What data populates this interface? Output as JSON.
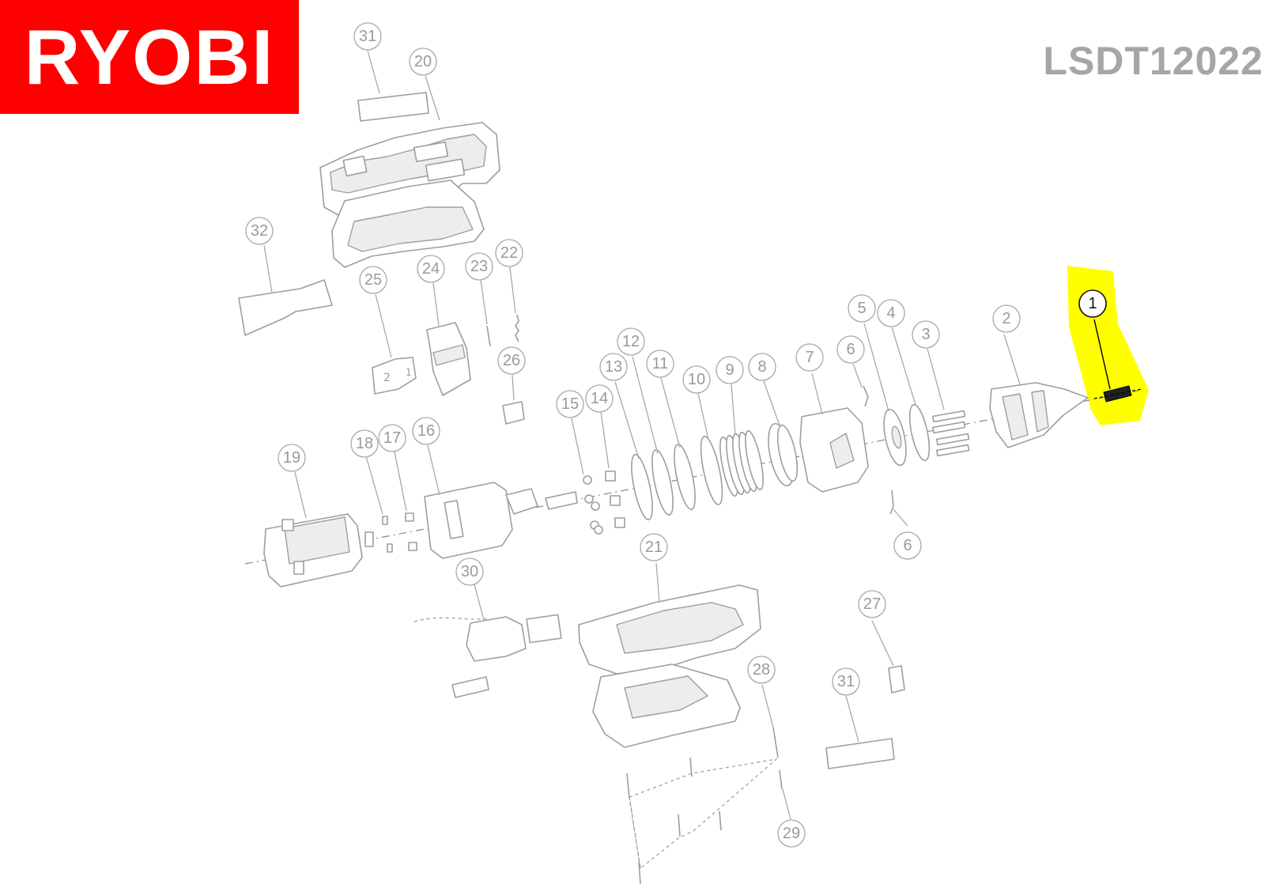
{
  "brand": {
    "logo_text": "RYOBI",
    "logo_bg": "#ff0000",
    "logo_fg": "#ffffff"
  },
  "model": {
    "code": "LSDT12022",
    "color": "#a6a6a6"
  },
  "highlight": {
    "part": "1",
    "color": "#ffff00"
  },
  "callouts": [
    "1",
    "2",
    "3",
    "4",
    "5",
    "6",
    "6",
    "7",
    "8",
    "9",
    "10",
    "11",
    "12",
    "13",
    "14",
    "15",
    "16",
    "17",
    "18",
    "19",
    "20",
    "21",
    "22",
    "23",
    "24",
    "25",
    "26",
    "27",
    "28",
    "29",
    "30",
    "31",
    "31",
    "32"
  ],
  "icons": {
    "callout": "numbered-circle-icon",
    "axis": "assembly-axis"
  }
}
